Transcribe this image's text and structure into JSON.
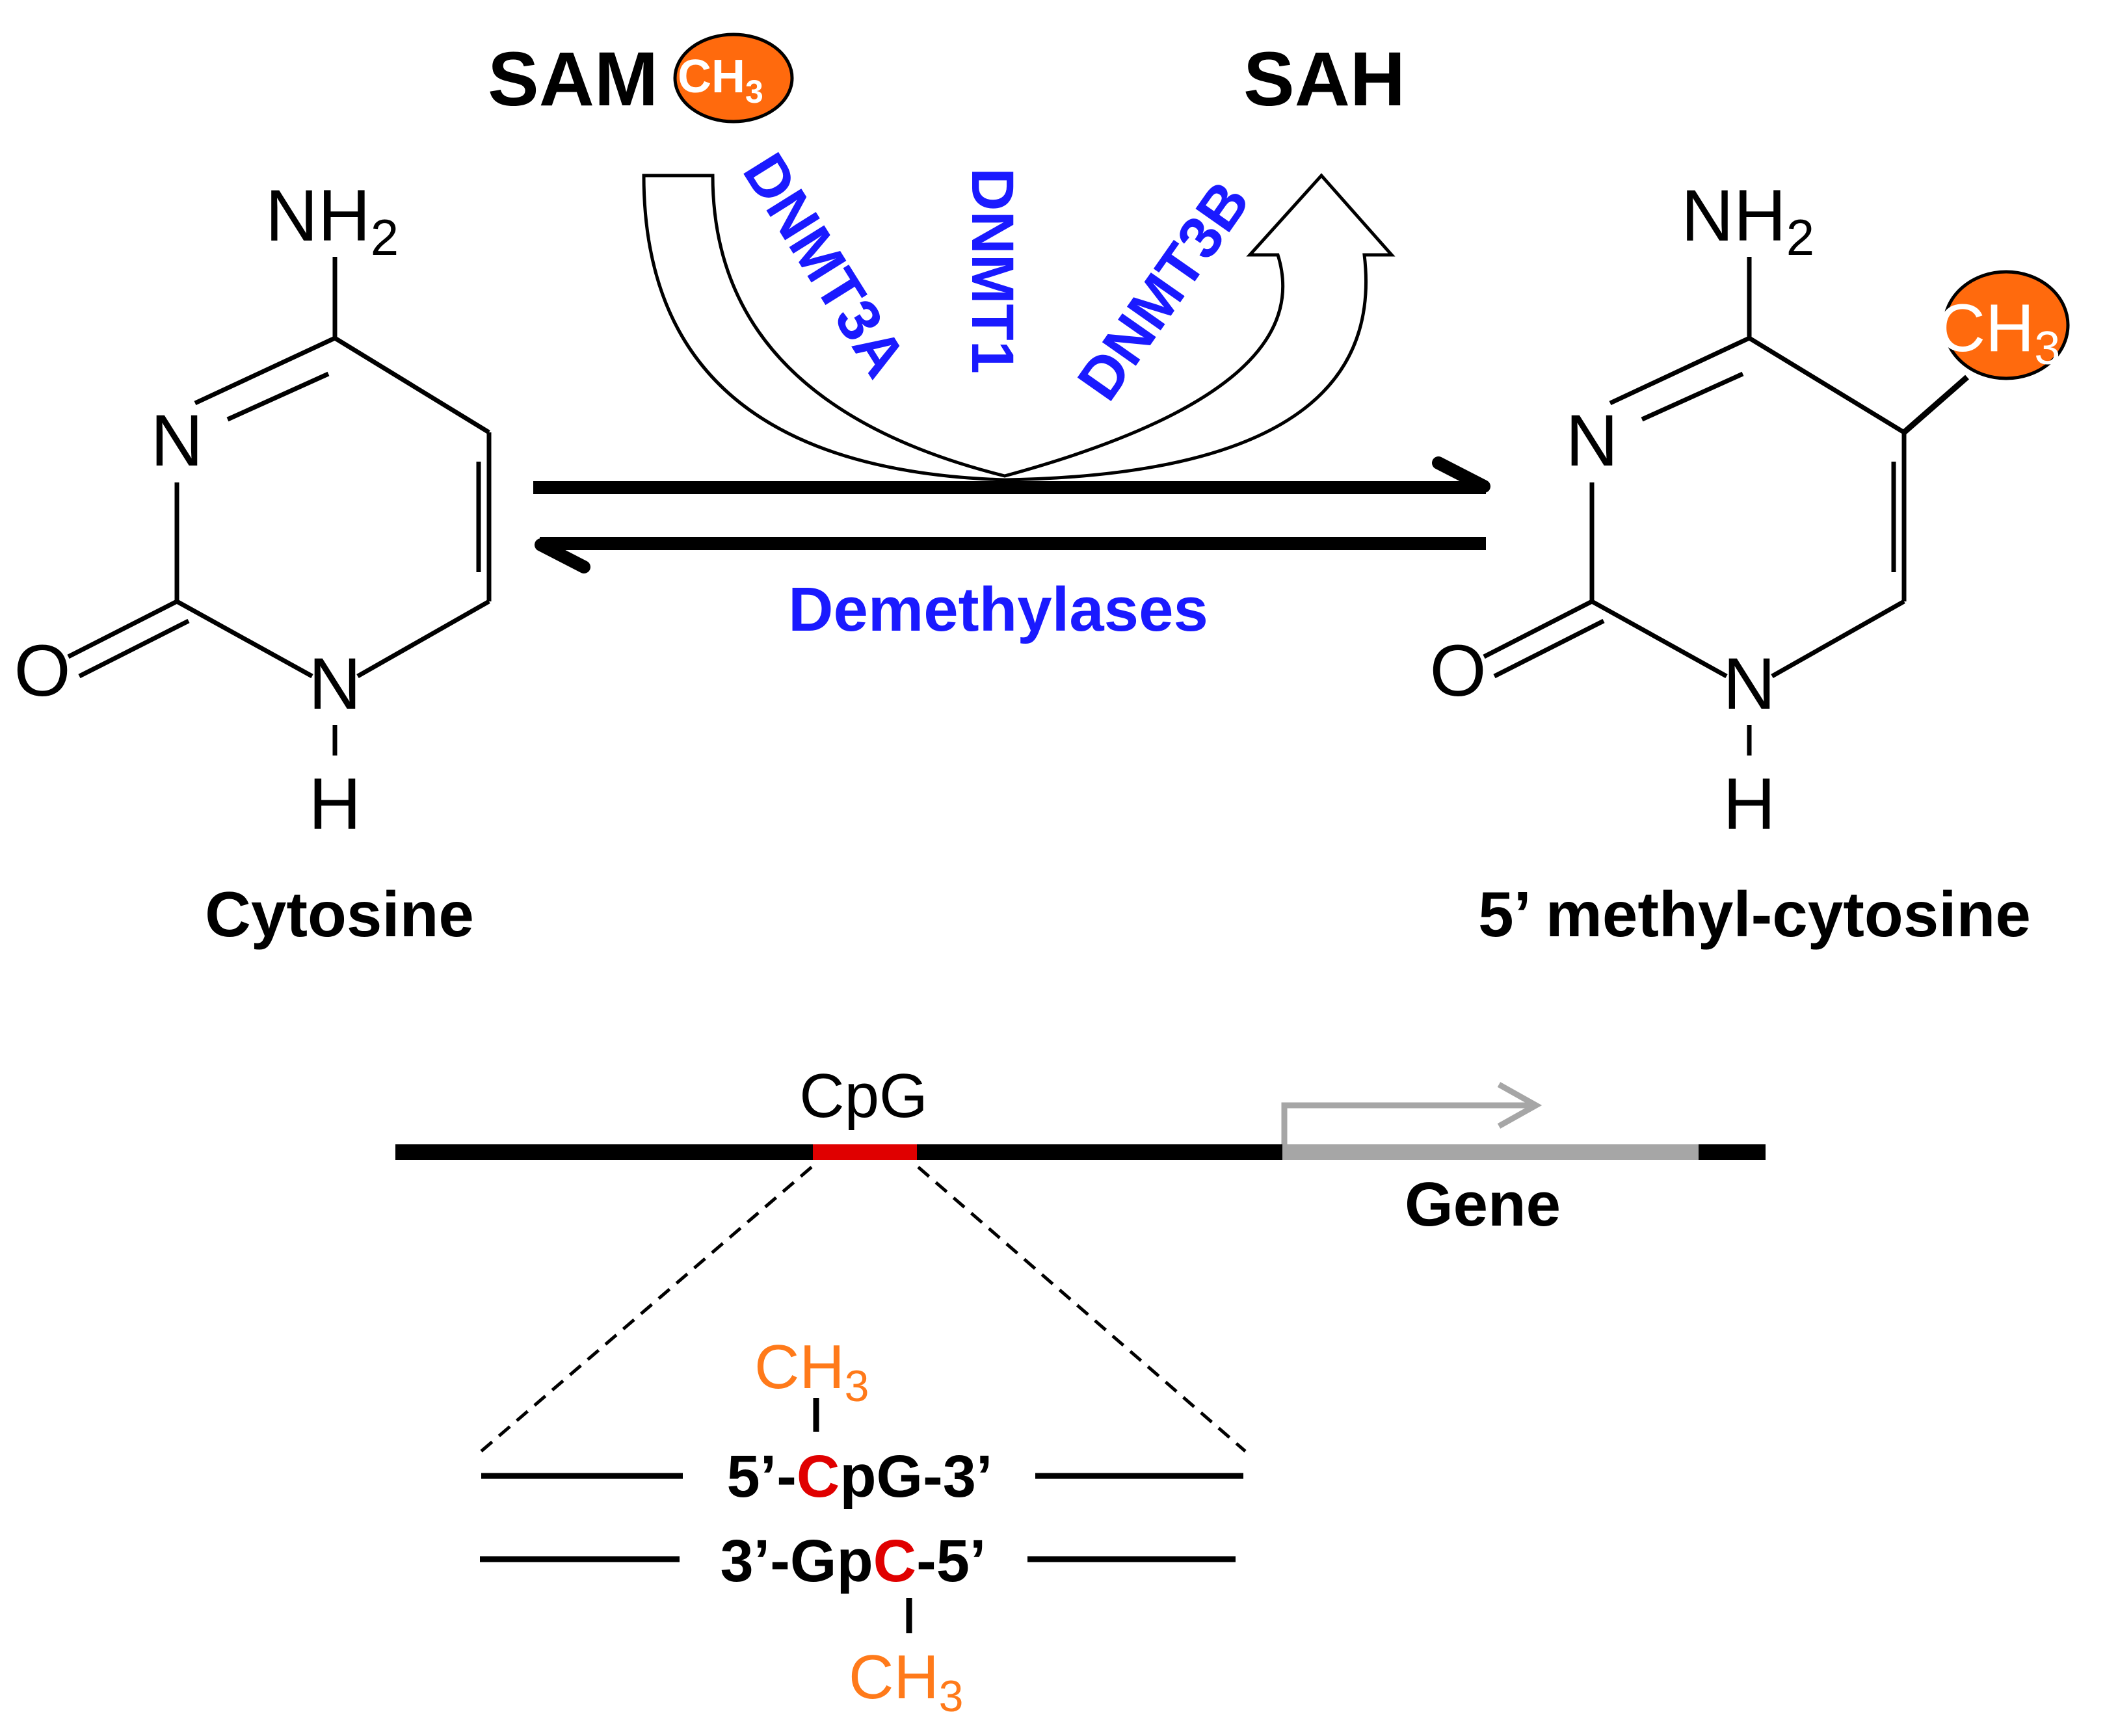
{
  "reagents": {
    "donor": "SAM",
    "product": "SAH",
    "methyl": "CH",
    "methyl_sub": "3"
  },
  "enzymes": [
    "DNMT3A",
    "DNMT1",
    "DNMT3B"
  ],
  "reverse_label": "Demethylases",
  "cytosine": {
    "amine": "NH",
    "amine_sub": "2",
    "n3": "N",
    "n1": "N",
    "h": "H",
    "o": "O",
    "name": "Cytosine"
  },
  "methylcytosine": {
    "amine": "NH",
    "amine_sub": "2",
    "n3": "N",
    "n1": "N",
    "h": "H",
    "o": "O",
    "name": "5’ methyl-cytosine"
  },
  "genome": {
    "cpg_label": "CpG",
    "gene_label": "Gene"
  },
  "dinucleotide": {
    "top_prefix": "5’-",
    "top_c": "C",
    "top_suffix": "pG-3’",
    "bottom_prefix": "3’-Gp",
    "bottom_c": "C",
    "bottom_suffix": "-5’",
    "methyl": "CH",
    "methyl_sub": "3"
  },
  "colors": {
    "bond": "#000000",
    "enzyme_text": "#1a1aff",
    "methyl_fill": "#ff6a0d",
    "methyl_text": "#ff7a1a",
    "cpg_red": "#e00000",
    "gene_gray": "#a6a6a6"
  }
}
